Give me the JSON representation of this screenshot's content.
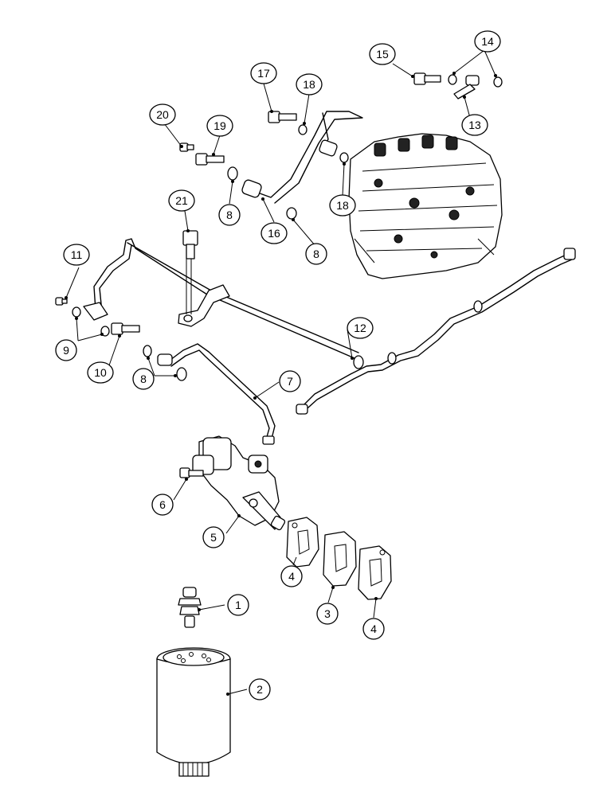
{
  "callouts": {
    "c1": "1",
    "c2": "2",
    "c3": "3",
    "c4a": "4",
    "c4b": "4",
    "c5": "5",
    "c6": "6",
    "c7": "7",
    "c8a": "8",
    "c8b": "8",
    "c8c": "8",
    "c9": "9",
    "c10": "10",
    "c11": "11",
    "c12": "12",
    "c13": "13",
    "c14": "14",
    "c15": "15",
    "c16": "16",
    "c17": "17",
    "c18a": "18",
    "c18b": "18",
    "c19": "19",
    "c20": "20",
    "c21": "21"
  }
}
